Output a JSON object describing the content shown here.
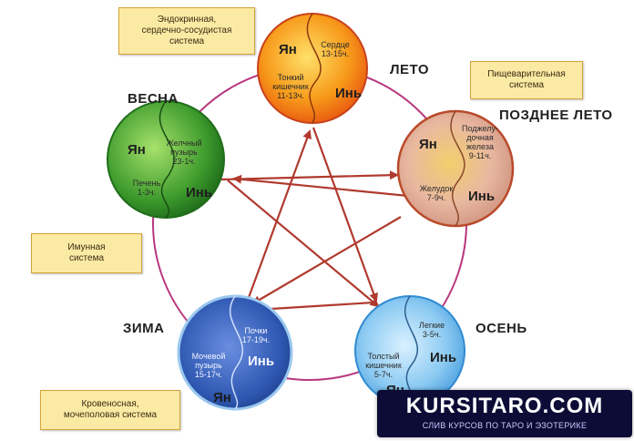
{
  "seasons": {
    "summer": "ЛЕТО",
    "spring": "ВЕСНА",
    "late_summer": "ПОЗДНЕЕ ЛЕТО",
    "winter": "ЗИМА",
    "autumn": "ОСЕНЬ"
  },
  "notes": {
    "endocrine": "Эндокринная,\nсердечно-сосудистая\nсистема",
    "digestive": "Пищеварительная\nсистема",
    "immune": "Имунная\nсистема",
    "circulatory": "Кровеносная,\nмочеполовая система"
  },
  "elements": {
    "fire": {
      "yang": "Ян",
      "yin": "Инь",
      "organ1": "Сердце\n13-15ч.",
      "organ2": "Тонкий\nкишечник\n11-13ч."
    },
    "wood": {
      "yang": "Ян",
      "yin": "Инь",
      "organ1": "Желчный\nпузырь\n23-1ч.",
      "organ2": "Печень\n1-3ч."
    },
    "earth": {
      "yang": "Ян",
      "yin": "Инь",
      "organ1": "Поджелу-\nдочная\nжелеза\n9-11ч.",
      "organ2": "Желудок\n7-9ч."
    },
    "water": {
      "yang": "Ян",
      "yin": "Инь",
      "organ1": "Почки\n17-19ч.",
      "organ2": "Мочевой\nпузырь\n15-17ч."
    },
    "metal": {
      "yang": "Ян",
      "yin": "Инь",
      "organ1": "Легкие\n3-5ч.",
      "organ2": "Толстый\nкишечник\n5-7ч."
    }
  },
  "watermark": {
    "title": "KURSITARO.COM",
    "subtitle": "СЛИВ КУРСОВ ПО ТАРО И ЭЗОТЕРИКЕ"
  },
  "colors": {
    "fire": "#f58a18",
    "wood": "#3e9a2e",
    "earth": "#e4b09a",
    "water": "#2f5fb0",
    "metal": "#6ab6e8",
    "cycle": "#b8387f",
    "arrow": "#b03a2e"
  }
}
